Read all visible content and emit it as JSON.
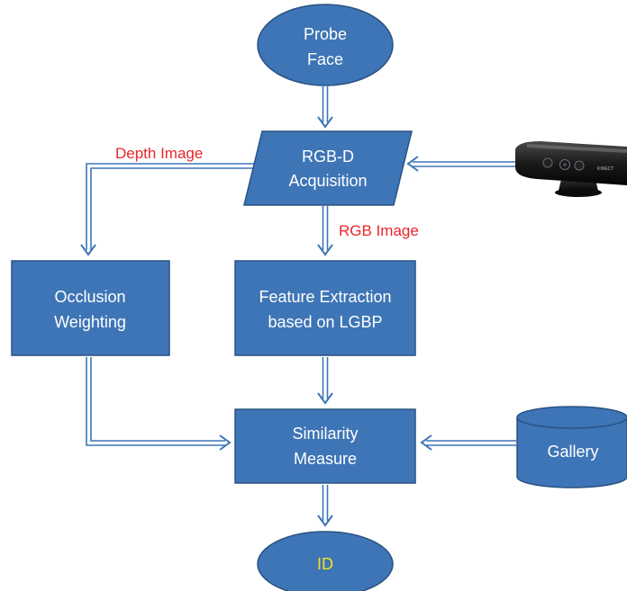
{
  "colors": {
    "node_fill": "#3e75b6",
    "node_stroke": "#2a5283",
    "arrow": "#3e75b6",
    "node_text": "#ffffff",
    "edge_label": "#e8262b",
    "id_text": "#f4e21a"
  },
  "nodes": {
    "probe": {
      "line1": "Probe",
      "line2": "Face"
    },
    "acquisition": {
      "line1": "RGB-D",
      "line2": "Acquisition"
    },
    "occlusion": {
      "line1": "Occlusion",
      "line2": "Weighting"
    },
    "feature": {
      "line1": "Feature Extraction",
      "line2": "based on LGBP"
    },
    "similarity": {
      "line1": "Similarity",
      "line2": "Measure"
    },
    "gallery": {
      "label": "Gallery"
    },
    "id": {
      "label": "ID"
    }
  },
  "edge_labels": {
    "depth": "Depth Image",
    "rgb": "RGB Image"
  },
  "kinect": {
    "brand": "KINECT"
  }
}
